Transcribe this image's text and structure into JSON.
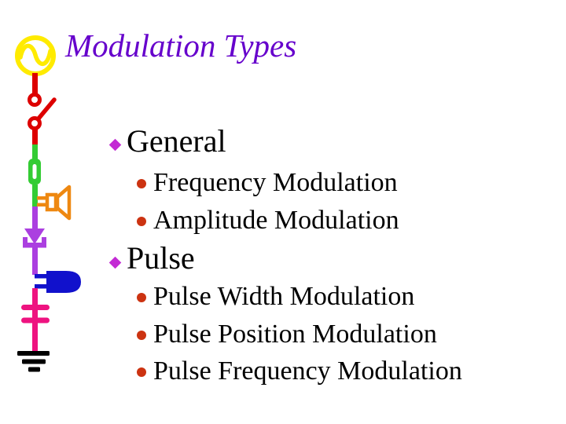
{
  "slide": {
    "title": "Modulation Types",
    "bullets": [
      {
        "level": 1,
        "text": "General"
      },
      {
        "level": 2,
        "text": "Frequency Modulation"
      },
      {
        "level": 2,
        "text": "Amplitude Modulation"
      },
      {
        "level": 1,
        "text": "Pulse"
      },
      {
        "level": 2,
        "text": "Pulse Width Modulation"
      },
      {
        "level": 2,
        "text": "Pulse Position Modulation"
      },
      {
        "level": 2,
        "text": "Pulse Frequency Modulation"
      }
    ]
  },
  "graphic": {
    "type": "circuit-diagram-clipart",
    "components": [
      "ac-source",
      "open-switch",
      "resistor",
      "speaker",
      "diode",
      "led",
      "capacitor",
      "ground"
    ]
  },
  "colors": {
    "title_text": "#6600CC",
    "body_text": "#000000",
    "diamond_bullet": "#C32BD4",
    "round_bullet": "#CC3311",
    "ac_source_yellow": "#FFEB00",
    "switch_red": "#DD0000",
    "resistor_green": "#33CC33",
    "speaker_orange": "#EE8811",
    "diode_purple": "#AB3FE0",
    "led_blue": "#1111CC",
    "capacitor_pink": "#EE1380",
    "ground_black": "#000000",
    "background": "#FFFFFF"
  }
}
